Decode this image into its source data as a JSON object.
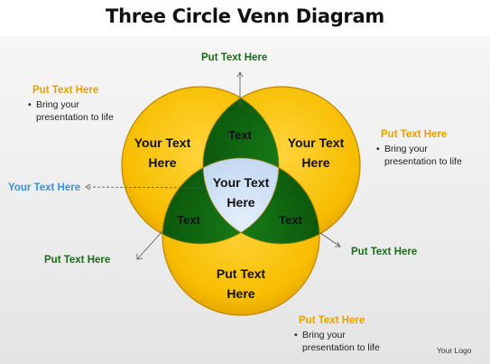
{
  "title": "Three Circle Venn Diagram",
  "circles": {
    "left": "Your Text Here",
    "right": "Your Text Here",
    "bottom": "Put Text Here",
    "top_overlap": "Text",
    "left_overlap": "Text",
    "right_overlap": "Text",
    "center": "Your Text Here"
  },
  "callouts": {
    "top": "Put  Text Here",
    "left_mid": "Your Text Here",
    "bottom_left": "Put  Text Here",
    "bottom_right": "Put  Text Here"
  },
  "notes": [
    {
      "heading": "Put Text Here",
      "bullet": "Bring your presentation to life"
    },
    {
      "heading": "Put Text Here",
      "bullet": "Bring your presentation to life"
    },
    {
      "heading": "Put Text Here",
      "bullet": "Bring your presentation to life"
    }
  ],
  "bullet_symbol": "•",
  "logo": "Your Logo",
  "colors": {
    "circle_fill": "#f5b800",
    "overlap_fill": "#0d5e0d",
    "center_fill": "#c5daf3",
    "green_text": "#1a6a1a",
    "orange_text": "#e8a000",
    "blue_text": "#3a8fd6"
  }
}
